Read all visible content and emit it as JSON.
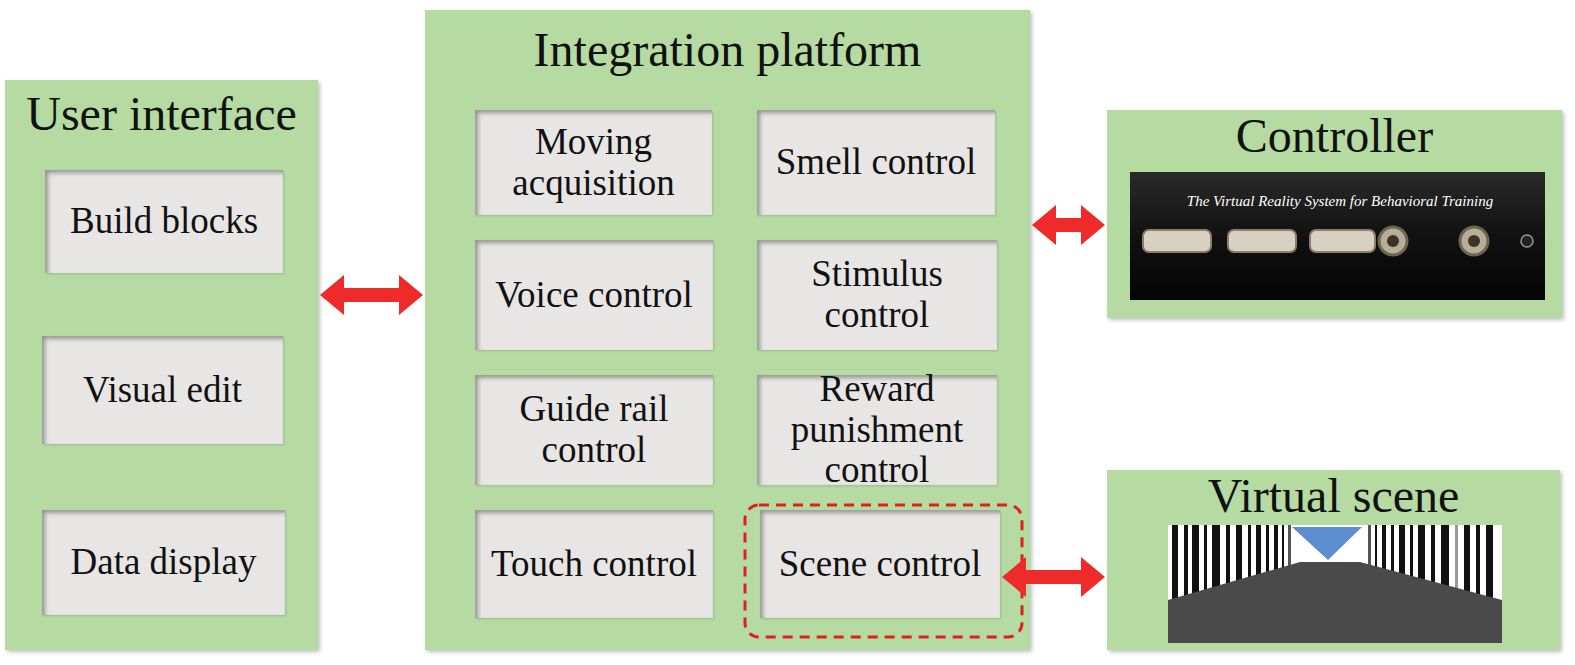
{
  "diagram": {
    "nodes": [
      {
        "text": [
          "User interface"
        ]
      },
      {
        "text": [
          "Build blocks"
        ],
        "in": 0
      },
      {
        "text": [
          "Visual edit"
        ],
        "in": 0
      },
      {
        "text": [
          "Data display"
        ],
        "in": 0
      },
      {
        "text": [
          "Integration platform"
        ]
      },
      {
        "text": [
          "Moving acquisition"
        ],
        "in": 4
      },
      {
        "text": [
          "Smell control"
        ],
        "in": 4
      },
      {
        "text": [
          "Voice control"
        ],
        "in": 4
      },
      {
        "text": [
          "Stimulus control"
        ],
        "in": 4
      },
      {
        "text": [
          "Guide rail control"
        ],
        "in": 4
      },
      {
        "text": [
          "Reward punishment control"
        ],
        "in": 4
      },
      {
        "text": [
          "Touch control"
        ],
        "in": 4
      },
      {
        "text": [
          "Scene control"
        ],
        "in": 4
      },
      {
        "text": [
          "Controller"
        ]
      },
      {
        "text": [
          "Virtual scene"
        ]
      }
    ],
    "edges": [
      {
        "from": 0,
        "to": 4,
        "arrow": "both"
      },
      {
        "from": 4,
        "to": 13,
        "arrow": "both"
      },
      {
        "from": 12,
        "to": 14,
        "arrow": "both"
      }
    ],
    "labels": [
      "The Virtual Reality System for Behavioral Training"
    ]
  }
}
